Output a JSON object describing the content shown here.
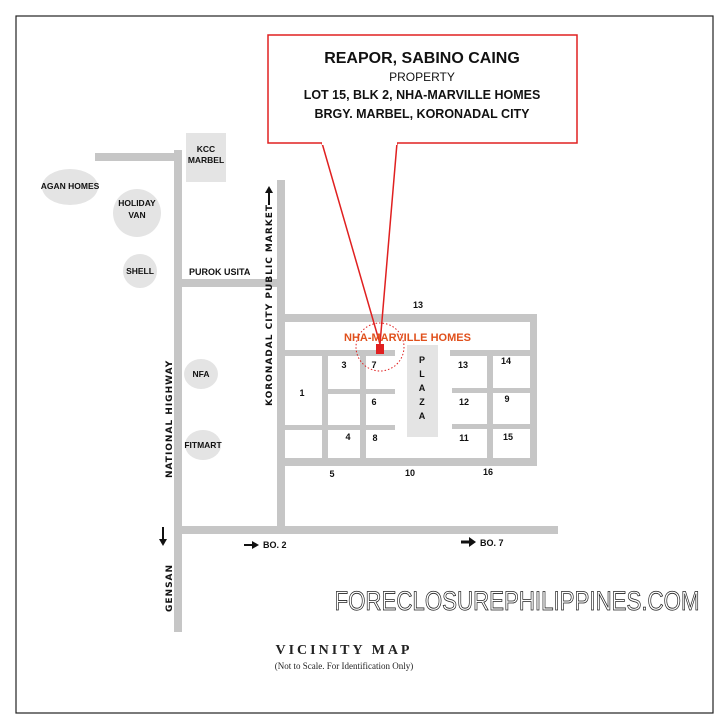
{
  "callout": {
    "owner": "REAPOR, SABINO CAING",
    "type": "PROPERTY",
    "lot": "LOT 15, BLK 2, NHA-MARVILLE HOMES",
    "address": "BRGY. MARBEL, KORONADAL CITY"
  },
  "landmarks": {
    "kcc_line1": "KCC",
    "kcc_line2": "MARBEL",
    "agan": "AGAN HOMES",
    "holiday_line1": "HOLIDAY",
    "holiday_line2": "VAN",
    "shell": "SHELL",
    "nfa": "NFA",
    "fitmart": "FITMART"
  },
  "roads": {
    "purok": "PUROK USITA",
    "public_market": "KORONADAL CITY PUBLIC MARKET",
    "highway": "NATIONAL HIGHWAY",
    "gensan": "GENSAN",
    "bo2": "BO. 2",
    "bo7": "BO. 7"
  },
  "subdivision": {
    "name": "NHA-MARVILLE HOMES",
    "plaza": [
      "P",
      "L",
      "A",
      "Z",
      "A"
    ],
    "blocks": [
      "13",
      "3",
      "7",
      "1",
      "6",
      "4",
      "8",
      "5",
      "10",
      "13",
      "14",
      "12",
      "9",
      "11",
      "15",
      "16"
    ]
  },
  "colors": {
    "road": "#c6c6c6",
    "accent": "#e02020",
    "plaza": "#e4e4e4"
  },
  "watermark": "FORECLOSUREPHILIPPINES.COM",
  "footer": {
    "title": "VICINITY MAP",
    "note": "(Not to Scale. For Identification Only)"
  }
}
